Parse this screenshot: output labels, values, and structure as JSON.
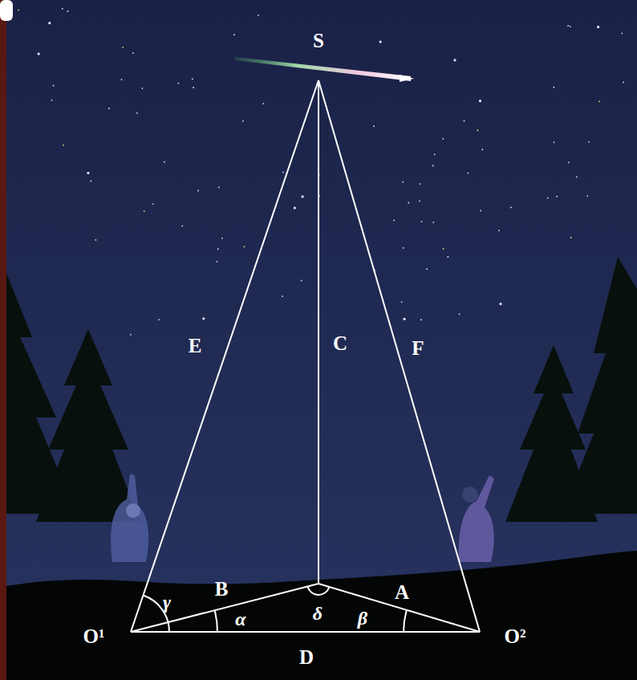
{
  "diagram": {
    "labels": [
      "S",
      "E",
      "C",
      "F",
      "γ",
      "B",
      "A",
      "α",
      "δ",
      "β",
      "O¹",
      "O²",
      "D"
    ]
  }
}
